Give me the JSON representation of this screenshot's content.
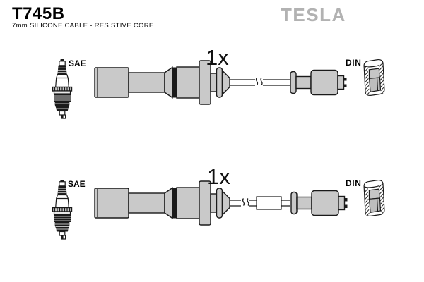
{
  "header": {
    "part_number": "T745B",
    "subtitle": "7mm SILICONE CABLE - RESISTIVE CORE",
    "brand": "TESLA"
  },
  "diagram": {
    "description_labels": {
      "left_connector_standard": "SAE",
      "right_connector_standard": "DIN",
      "quantity": "1x"
    },
    "rows": [
      {
        "connector_left_label": "SAE",
        "quantity_label": "1x",
        "connector_right_label": "DIN"
      },
      {
        "connector_left_label": "SAE",
        "quantity_label": "1x",
        "connector_right_label": "DIN"
      }
    ]
  },
  "colors": {
    "part_fill": "#c9c9c9",
    "outline": "#1a1a1a",
    "brand_gray": "#b2b2b2",
    "background": "#ffffff"
  }
}
